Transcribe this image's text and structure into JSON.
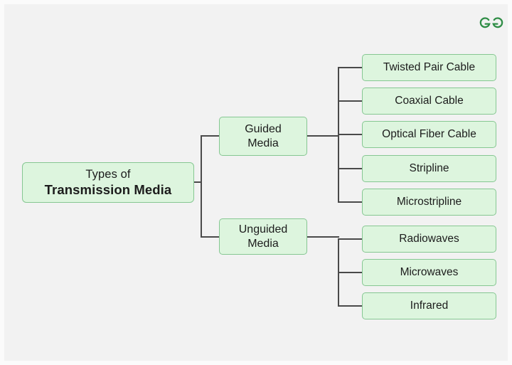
{
  "diagram": {
    "title": "Types of Transmission Media",
    "background_color": "#f2f2f2",
    "node_fill_color": "#ddf5de",
    "node_border_color": "#86c792",
    "edge_color": "#4a4a4a",
    "logo": {
      "name": "geeksforgeeks-logo",
      "color": "#2f8d46",
      "alt": "GeeksforGeeks"
    },
    "root": {
      "line1": "Types of",
      "line2": "Transmission Media"
    },
    "branches": [
      {
        "id": "guided",
        "line1": "Guided",
        "line2": "Media",
        "leaves": [
          "Twisted Pair Cable",
          "Coaxial Cable",
          "Optical Fiber Cable",
          "Stripline",
          "Microstripline"
        ]
      },
      {
        "id": "unguided",
        "line1": "Unguided",
        "line2": "Media",
        "leaves": [
          "Radiowaves",
          "Microwaves",
          "Infrared"
        ]
      }
    ]
  }
}
